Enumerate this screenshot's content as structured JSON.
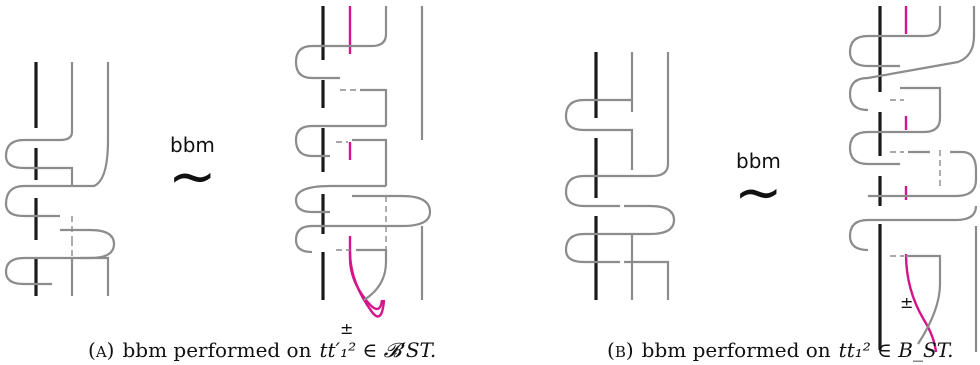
{
  "arrow_label_a": "bbm",
  "arrow_label_b": "bbm",
  "sim_glyph": "∼",
  "pm_sign_a": "±",
  "pm_sign_b": "±",
  "caption_a": {
    "tag_open": "(",
    "tag_letter": "A",
    "tag_close": ")",
    "text": "bbm performed on",
    "formula": "tt′₁² ∈ 𝓑′ST."
  },
  "caption_b": {
    "tag_open": "(",
    "tag_letter": "B",
    "tag_close": ")",
    "text": "bbm performed on",
    "formula": "tt₁² ∈ B_ST."
  },
  "colors": {
    "black": "#1a1a1a",
    "gray": "#8c8c8c",
    "magenta": "#d4148c"
  }
}
